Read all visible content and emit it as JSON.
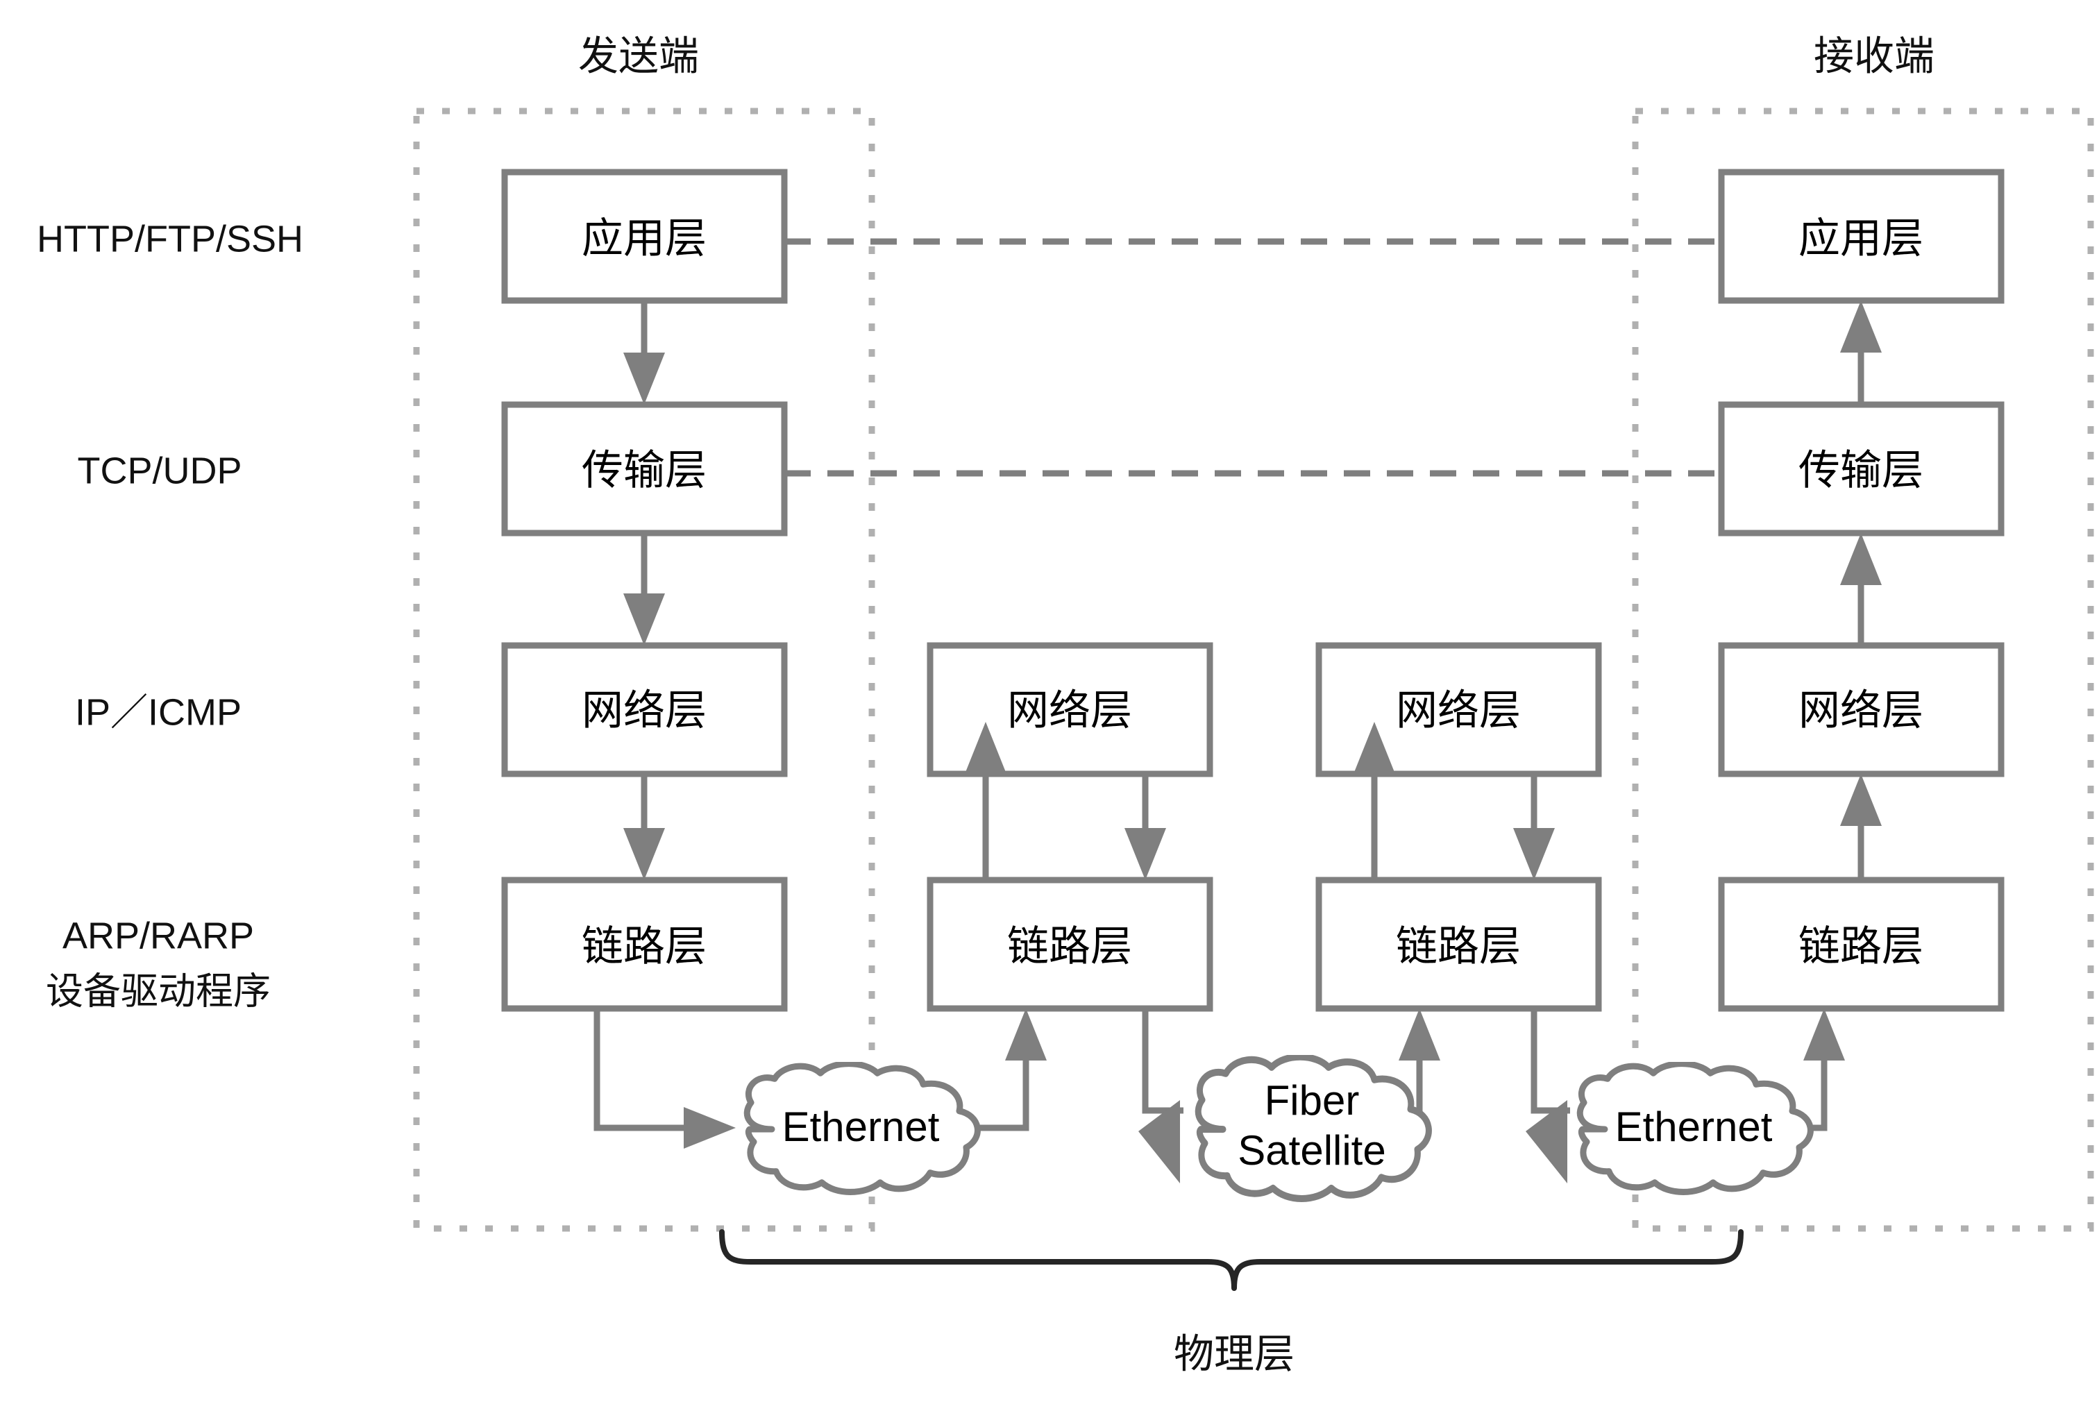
{
  "diagram": {
    "title_sender": "发送端",
    "title_receiver": "接收端",
    "physical_layer_label": "物理层",
    "protocol_labels": [
      {
        "id": "application",
        "text": "HTTP/FTP/SSH",
        "lines": [
          "HTTP/FTP/SSH"
        ]
      },
      {
        "id": "transport",
        "text": "TCP/UDP",
        "lines": [
          "TCP/UDP"
        ]
      },
      {
        "id": "network",
        "text": "IP／ICMP",
        "lines": [
          "IP／ICMP"
        ]
      },
      {
        "id": "link",
        "text": "ARP/RARP 设备驱动程序",
        "lines": [
          "ARP/RARP",
          "设备驱动程序"
        ]
      }
    ],
    "layer_names": {
      "application": "应用层",
      "transport": "传输层",
      "network": "网络层",
      "link": "链路层"
    },
    "stacks": [
      {
        "id": "sender",
        "zone": "发送端",
        "boxes": [
          "应用层",
          "传输层",
          "网络层",
          "链路层"
        ]
      },
      {
        "id": "router-1",
        "zone": "",
        "boxes": [
          "网络层",
          "链路层"
        ]
      },
      {
        "id": "router-2",
        "zone": "",
        "boxes": [
          "网络层",
          "链路层"
        ]
      },
      {
        "id": "receiver",
        "zone": "接收端",
        "boxes": [
          "应用层",
          "传输层",
          "网络层",
          "链路层"
        ]
      }
    ],
    "media": [
      {
        "id": "media-1",
        "lines": [
          "Ethernet"
        ]
      },
      {
        "id": "media-2",
        "lines": [
          "Fiber",
          "Satellite"
        ]
      },
      {
        "id": "media-3",
        "lines": [
          "Ethernet"
        ]
      }
    ],
    "peer_links": [
      {
        "from": "sender.application",
        "to": "receiver.application",
        "style": "dashed"
      },
      {
        "from": "sender.transport",
        "to": "receiver.transport",
        "style": "dashed"
      }
    ],
    "colors": {
      "box_stroke": "#7f7f7f",
      "connector": "#7f7f7f",
      "zone_border": "#b0b0b0",
      "brace": "#262626",
      "text": "#111111",
      "background": "#ffffff"
    }
  }
}
